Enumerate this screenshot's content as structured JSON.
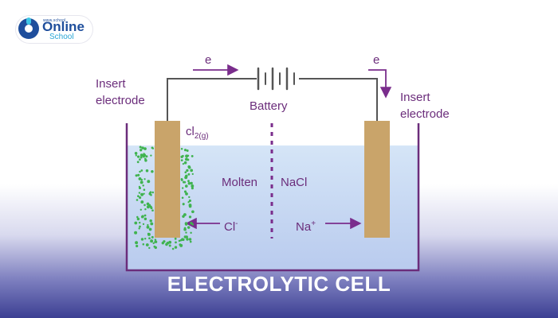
{
  "logo": {
    "tagline": "www.school",
    "name": "Online",
    "sub": "School"
  },
  "diagram": {
    "electron_left": "e",
    "electron_right": "e",
    "battery": "Battery",
    "insert_left_1": "Insert",
    "insert_left_2": "electrode",
    "insert_right_1": "Insert",
    "insert_right_2": "electrode",
    "chlorine_main": "cl",
    "chlorine_sub": "2(g)",
    "molten": "Molten",
    "nacl": "NaCl",
    "chloride_main": "Cl",
    "chloride_sup": "-",
    "sodium_main": "Na",
    "sodium_sup": "+"
  },
  "title": "ELECTROLYTIC CELL",
  "colors": {
    "wire": "#555555",
    "arrow": "#7a2d8c",
    "label": "#6b2d7b",
    "electrode": "#c9a46a",
    "electrolyte": "#c8dbf3",
    "bubbles": "#3fb34f",
    "banner": "#3c3f93"
  }
}
